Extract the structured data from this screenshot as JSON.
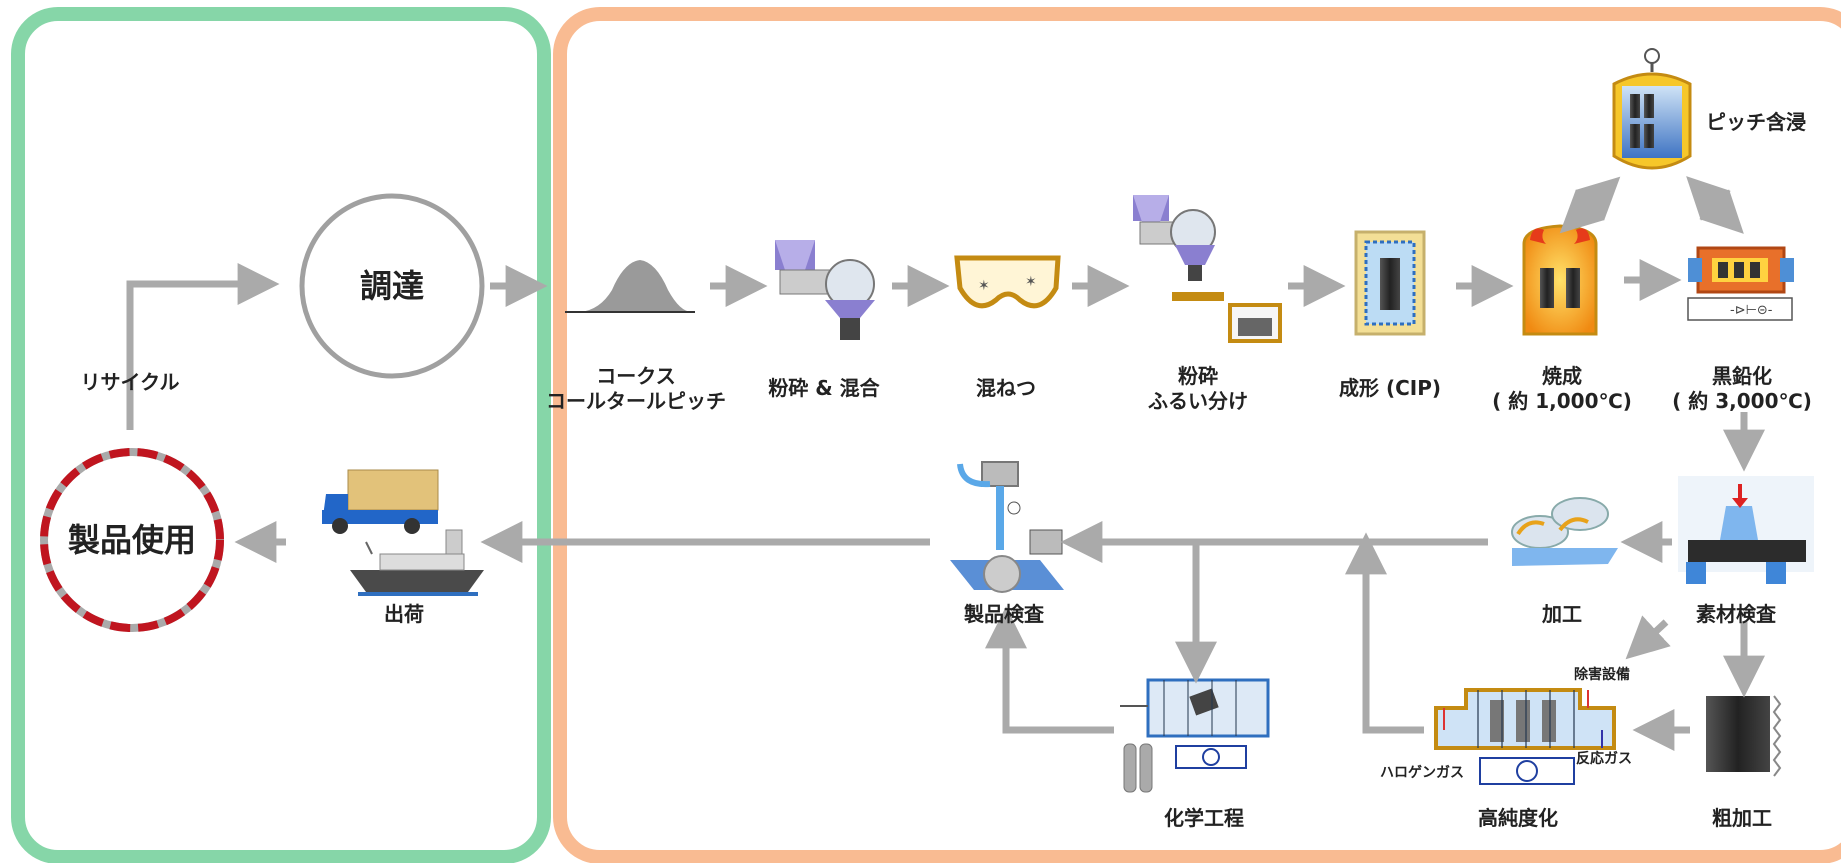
{
  "top_title": "",
  "nodes": {
    "procurement": "調達",
    "product_use": "製品使用",
    "recycle": "リサイクル",
    "shipping": "出荷",
    "coke": [
      "コークス",
      "コールタールピッチ"
    ],
    "grinding_mixing": "粉砕 & 混合",
    "kneading": "混ねつ",
    "grinding_sieving": [
      "粉砕",
      "ふるい分け"
    ],
    "molding": "成形 (CIP)",
    "firing": [
      "焼成",
      "( 約 1,000℃)"
    ],
    "graphitization": [
      "黒鉛化",
      "( 約 3,000℃)"
    ],
    "pitch_impregnation": "ピッチ含浸",
    "material_inspection": "素材検査",
    "machining": "加工",
    "product_inspection": "製品検査",
    "chemical_process": "化学工程",
    "high_purification": "高純度化",
    "rough_machining": "粗加工",
    "abatement_equipment": "除害設備",
    "halogen_gas": "ハロゲンガス",
    "reaction_gas": "反応ガス"
  },
  "colors": {
    "left_box": "#86d6a8",
    "right_box": "#f9bb92",
    "arrow": "#aaaaaa",
    "circle": "#a0a0a0",
    "product_use_ring": "#c0151f"
  }
}
